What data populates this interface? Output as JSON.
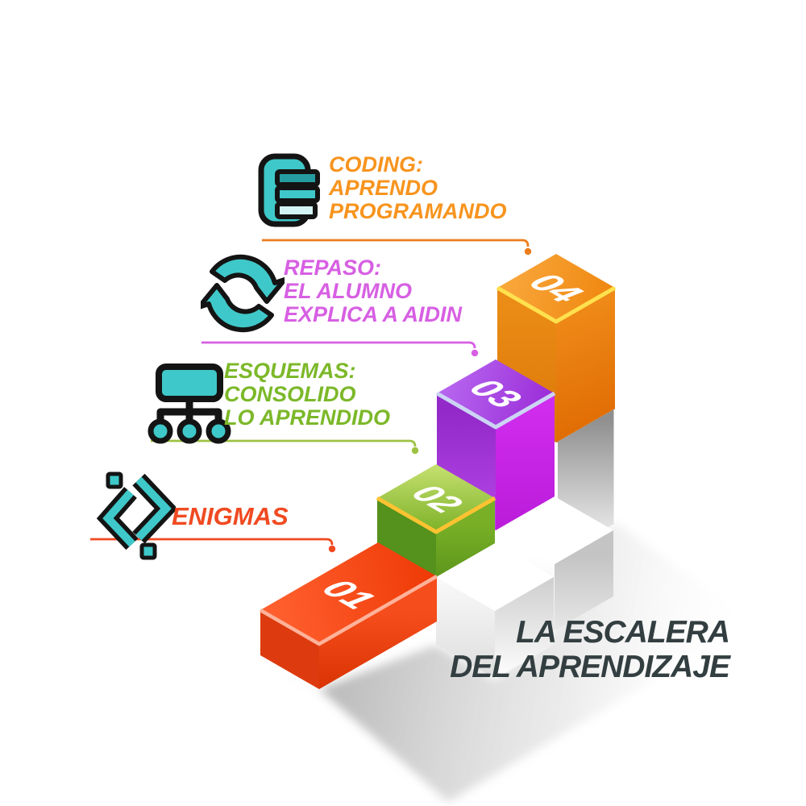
{
  "title": {
    "lines": [
      "LA ESCALERA",
      "DEL APRENDIZAJE"
    ],
    "color": "#333e41"
  },
  "steps": [
    {
      "number": "01",
      "label_lines": [
        "ENIGMAS"
      ],
      "label_color": "#f04a21",
      "icon": "code-question-icon",
      "box_colors": {
        "top": "#f2430f",
        "left": "#dd3b0f",
        "right": "#ea4010",
        "bevel": "#ffb29a"
      }
    },
    {
      "number": "02",
      "label_lines": [
        "ESQUEMAS:",
        "CONSOLIDO",
        "LO APRENDIDO"
      ],
      "label_color": "#7cb829",
      "icon": "org-chart-icon",
      "box_colors": {
        "top": "#8fbe3a",
        "left": "#54911d",
        "right": "#6da424",
        "bevel": "#ffc332"
      }
    },
    {
      "number": "03",
      "label_lines": [
        "REPASO:",
        "EL ALUMNO",
        "EXPLICA A AIDIN"
      ],
      "label_color": "#d75fe3",
      "icon": "refresh-arrows-icon",
      "box_colors": {
        "top": "#a647e4",
        "left": "#a238d9",
        "right": "#c926e6",
        "bevel": "#ccd4f4"
      }
    },
    {
      "number": "04",
      "label_lines": [
        "CODING:",
        "APRENDO",
        "PROGRAMANDO"
      ],
      "label_color": "#f7941e",
      "icon": "code-document-icon",
      "box_colors": {
        "top": "#f49a2b",
        "left": "#e2820d",
        "right": "#e87a0d",
        "bevel": "#ffe14e"
      }
    }
  ],
  "icon_color": "#3fc8c9",
  "connector_colors": [
    "#f04a21",
    "#9dc243",
    "#d75fe3",
    "#ec7d1c"
  ],
  "shadow_color": "#bdbdbd",
  "background": "#ffffff"
}
